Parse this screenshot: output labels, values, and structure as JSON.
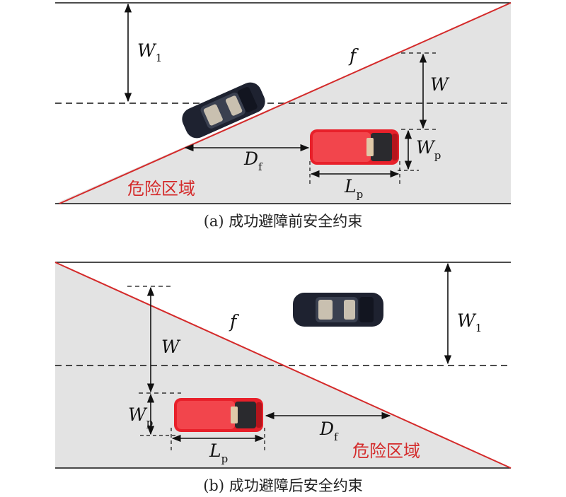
{
  "panels": [
    {
      "caption": "(a) 成功避障前安全约束",
      "labels": {
        "w1": "W",
        "w1_sub": "1",
        "w": "W",
        "wp": "W",
        "wp_sub": "p",
        "df": "D",
        "df_sub": "f",
        "lp": "L",
        "lp_sub": "p",
        "f": "f",
        "danger": "危险区域"
      }
    },
    {
      "caption": "(b) 成功避障后安全约束",
      "labels": {
        "w1": "W",
        "w1_sub": "1",
        "w": "W",
        "wp": "W",
        "wp_sub": "p",
        "df": "D",
        "df_sub": "f",
        "lp": "L",
        "lp_sub": "p",
        "f": "f",
        "danger": "危险区域"
      }
    }
  ],
  "colors": {
    "danger_line": "#d42a2a",
    "danger_fill": "#e3e3e3",
    "danger_text": "#d42a2a",
    "ego_car": "#e8202a",
    "other_car": "#1e2230"
  }
}
